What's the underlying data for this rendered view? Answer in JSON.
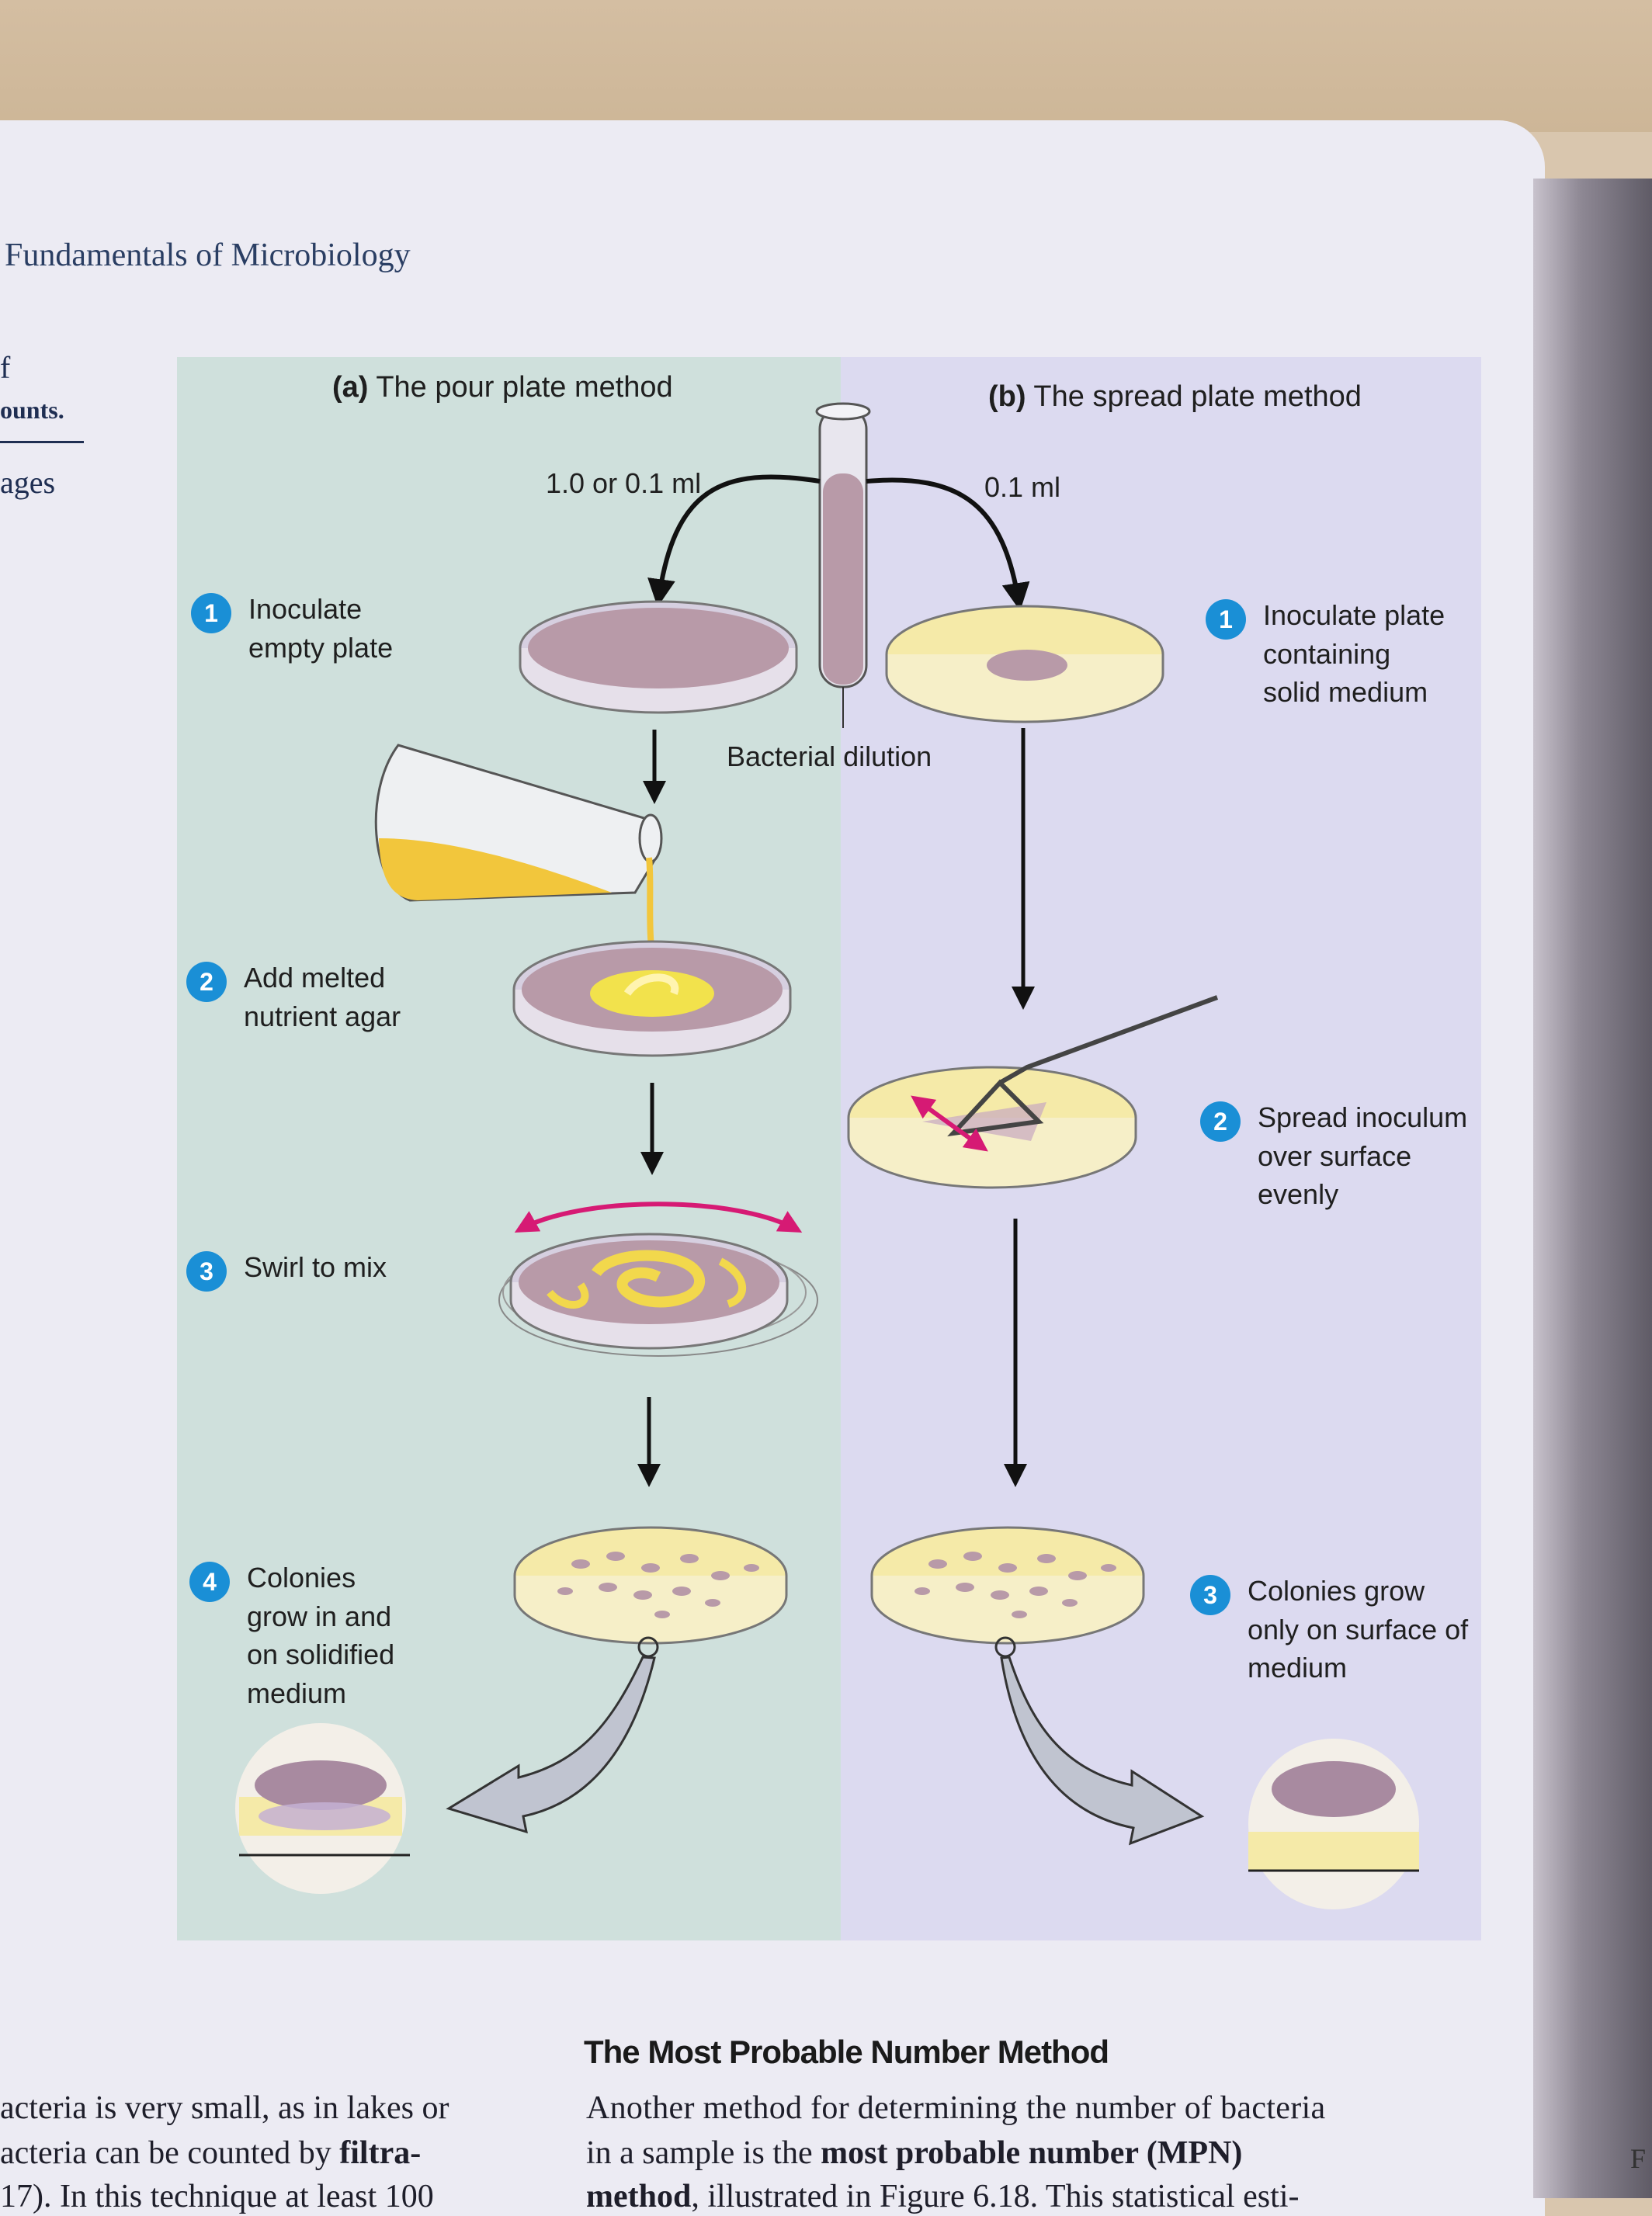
{
  "running_head": "Fundamentals of Microbiology",
  "margin": {
    "fragment_1": "f",
    "fragment_2": "ounts.",
    "fragment_3": "ages"
  },
  "figure": {
    "panel_a": {
      "title_letter": "(a)",
      "title_text": "The pour plate method",
      "volume_label": "1.0 or 0.1 ml",
      "steps": [
        {
          "number": "1",
          "text": "Inoculate empty plate"
        },
        {
          "number": "2",
          "text": "Add melted nutrient agar"
        },
        {
          "number": "3",
          "text": "Swirl to mix"
        },
        {
          "number": "4",
          "text": "Colonies grow in and on solidified medium"
        }
      ]
    },
    "panel_b": {
      "title_letter": "(b)",
      "title_text": "The spread plate method",
      "volume_label": "0.1 ml",
      "steps": [
        {
          "number": "1",
          "text": "Inoculate plate containing solid medium"
        },
        {
          "number": "2",
          "text": "Spread inoculum over surface evenly"
        },
        {
          "number": "3",
          "text": "Colonies grow only on surface of medium"
        }
      ]
    },
    "center_label": "Bacterial dilution",
    "colors": {
      "panel_a_bg": "#cfe0dc",
      "panel_b_bg": "#dcdaf0",
      "inoculum": "#b89aa8",
      "agar": "#f5eaa8",
      "melted_agar": "#f2c63c",
      "swirl_arrow": "#d61a74",
      "step_badge": "#1a8fd6"
    }
  },
  "text": {
    "section_heading": "The Most Probable Number Method",
    "left_col": [
      "acteria is very small, as in lakes or",
      "acteria can be counted by",
      "filtra-",
      "17). In this technique at least 100"
    ],
    "right_col": [
      "Another method for determining the number of bacteria",
      "in a sample is the",
      "most probable number (MPN)",
      "method",
      ", illustrated in Figure 6.18. This statistical esti-"
    ],
    "edge_letter": "F"
  }
}
